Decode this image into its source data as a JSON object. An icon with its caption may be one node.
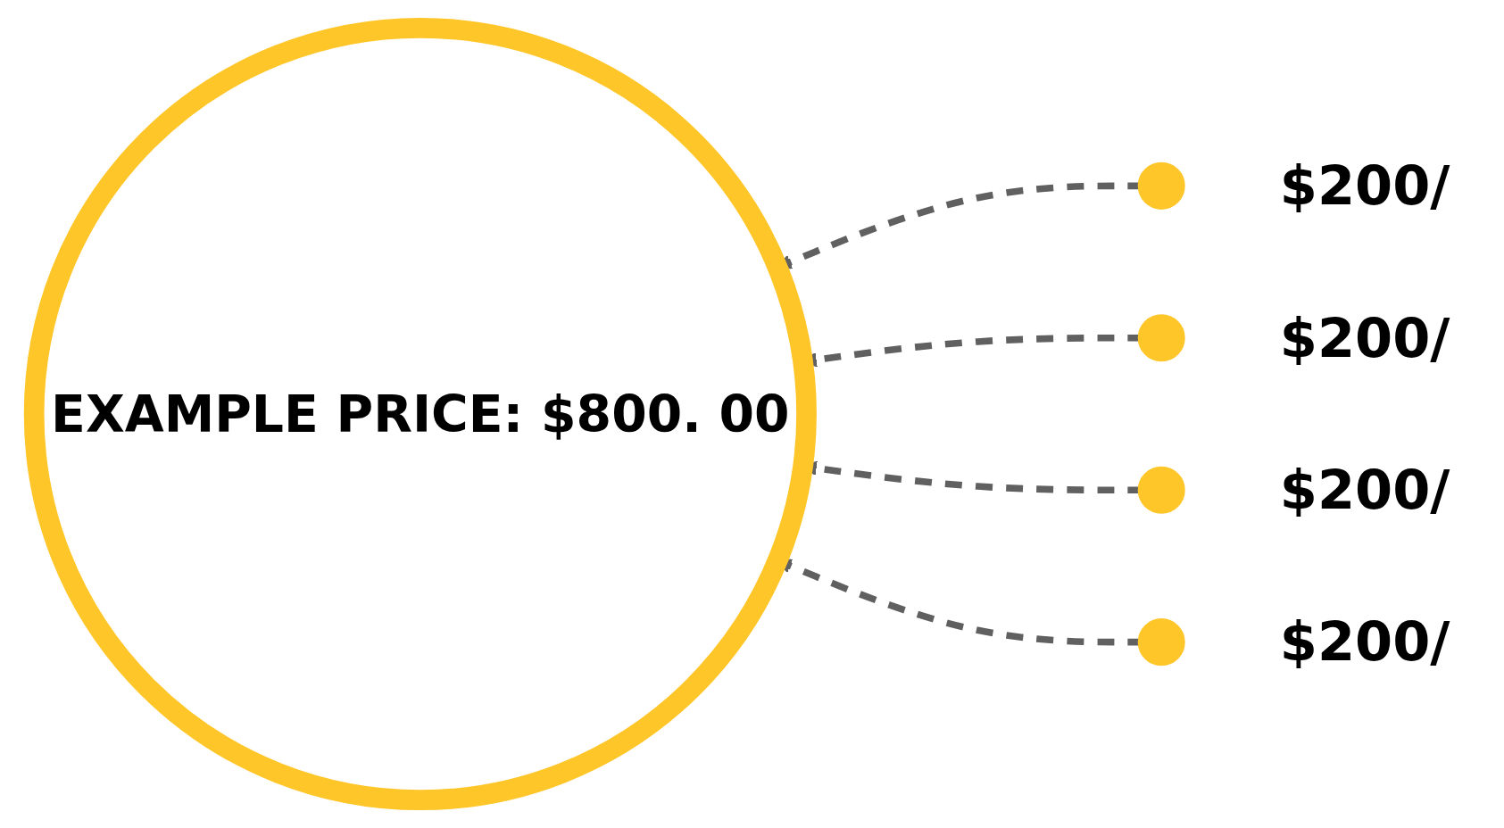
{
  "diagram": {
    "nodes": [
      {
        "text": [
          "EXAMPLE PRICE: $800. 00"
        ]
      },
      {
        "text": [],
        "shape": "circle",
        "beside": [
          "$200/"
        ]
      },
      {
        "text": [],
        "shape": "circle",
        "beside": [
          "$200/"
        ]
      },
      {
        "text": [],
        "shape": "circle",
        "beside": [
          "$200/"
        ]
      },
      {
        "text": [],
        "shape": "circle",
        "beside": [
          "$200/"
        ]
      }
    ],
    "edges": [
      {
        "from": 1,
        "to": 0,
        "arrow": "to",
        "style": "dashed"
      },
      {
        "from": 2,
        "to": 0,
        "arrow": "to",
        "style": "dashed"
      },
      {
        "from": 3,
        "to": 0,
        "arrow": "to",
        "style": "dashed"
      },
      {
        "from": 4,
        "to": 0,
        "arrow": "to",
        "style": "dashed"
      }
    ]
  }
}
